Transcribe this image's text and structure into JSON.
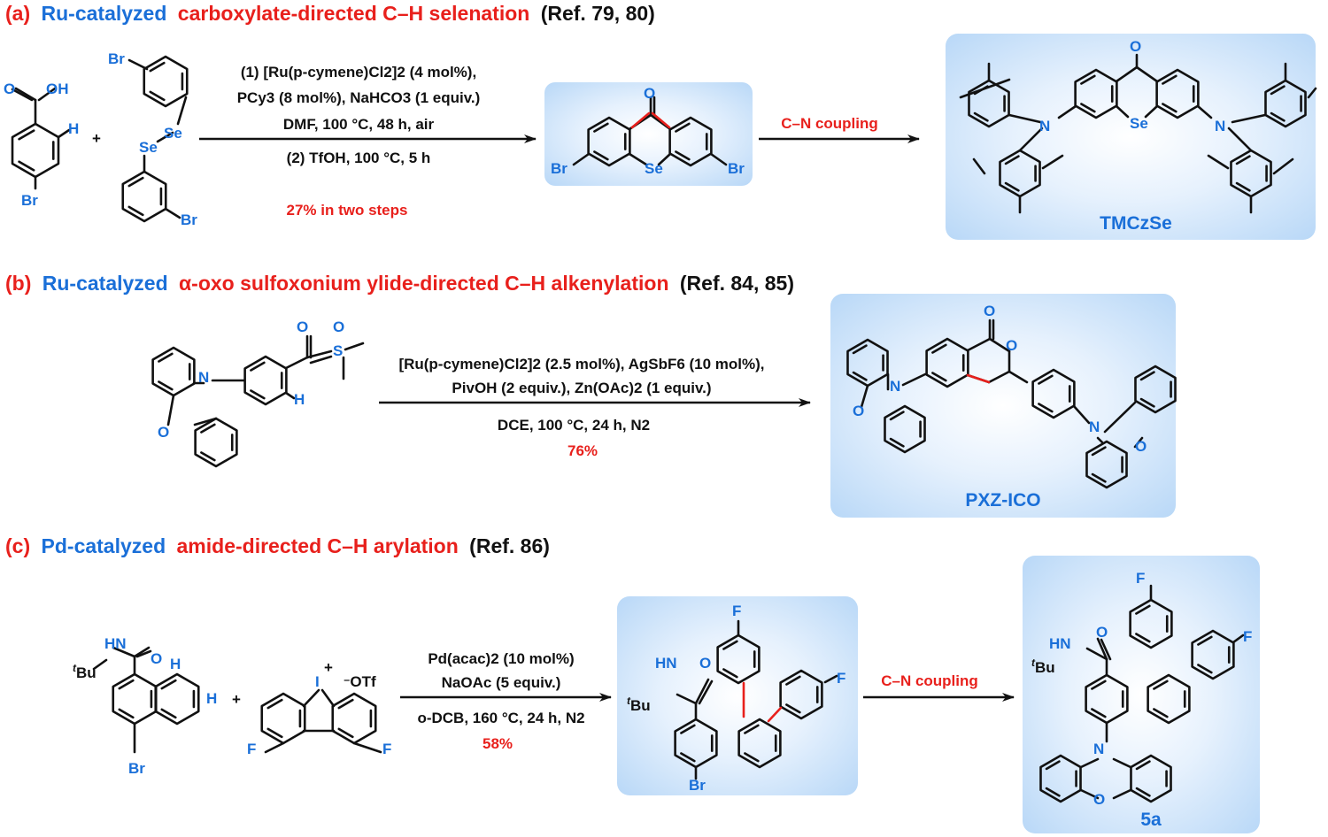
{
  "panels": {
    "a": {
      "label": "(a)",
      "title_blue_1": "Ru-catalyzed",
      "title_red": "carboxylate-directed C–H selenation",
      "ref": "(Ref. 79, 80)",
      "cond_1": "(1) [Ru(p-cymene)Cl2]2 (4 mol%),",
      "cond_2": "PCy3 (8 mol%), NaHCO3 (1 equiv.)",
      "cond_3": "DMF, 100 °C, 48 h, air",
      "cond_4": "(2) TfOH, 100 °C, 5 h",
      "yield": "27% in two steps",
      "coupling": "C–N coupling",
      "product": "TMCzSe"
    },
    "b": {
      "label": "(b)",
      "title_blue_1": "Ru-catalyzed",
      "title_red": "α-oxo sulfoxonium ylide-directed C–H alkenylation",
      "ref": "(Ref. 84, 85)",
      "cond_1": "[Ru(p-cymene)Cl2]2 (2.5 mol%), AgSbF6 (10 mol%),",
      "cond_2": "PivOH (2 equiv.), Zn(OAc)2 (1 equiv.)",
      "cond_3": "DCE, 100 °C, 24 h, N2",
      "yield": "76%",
      "product": "PXZ-ICO"
    },
    "c": {
      "label": "(c)",
      "title_blue_1": "Pd-catalyzed",
      "title_red": "amide-directed C–H arylation",
      "ref": "(Ref. 86)",
      "cond_1": "Pd(acac)2 (10 mol%)",
      "cond_2": "NaOAc (5 equiv.)",
      "cond_3": "o-DCB, 160 °C, 24 h, N2",
      "yield": "58%",
      "coupling": "C–N coupling",
      "product": "5a"
    }
  },
  "atoms": {
    "O": "O",
    "OH": "OH",
    "H": "H",
    "Br": "Br",
    "Se": "Se",
    "N": "N",
    "S": "S",
    "F": "F",
    "I": "I",
    "OTf": "OTf",
    "HN": "HN",
    "tBu": "Bu",
    "t": "t",
    "plus": "+",
    "charge": "+"
  },
  "colors": {
    "red": "#e8201c",
    "blue": "#1a6fd8",
    "box_center": "#dbeafb",
    "box_edge": "#a8cdf5"
  }
}
